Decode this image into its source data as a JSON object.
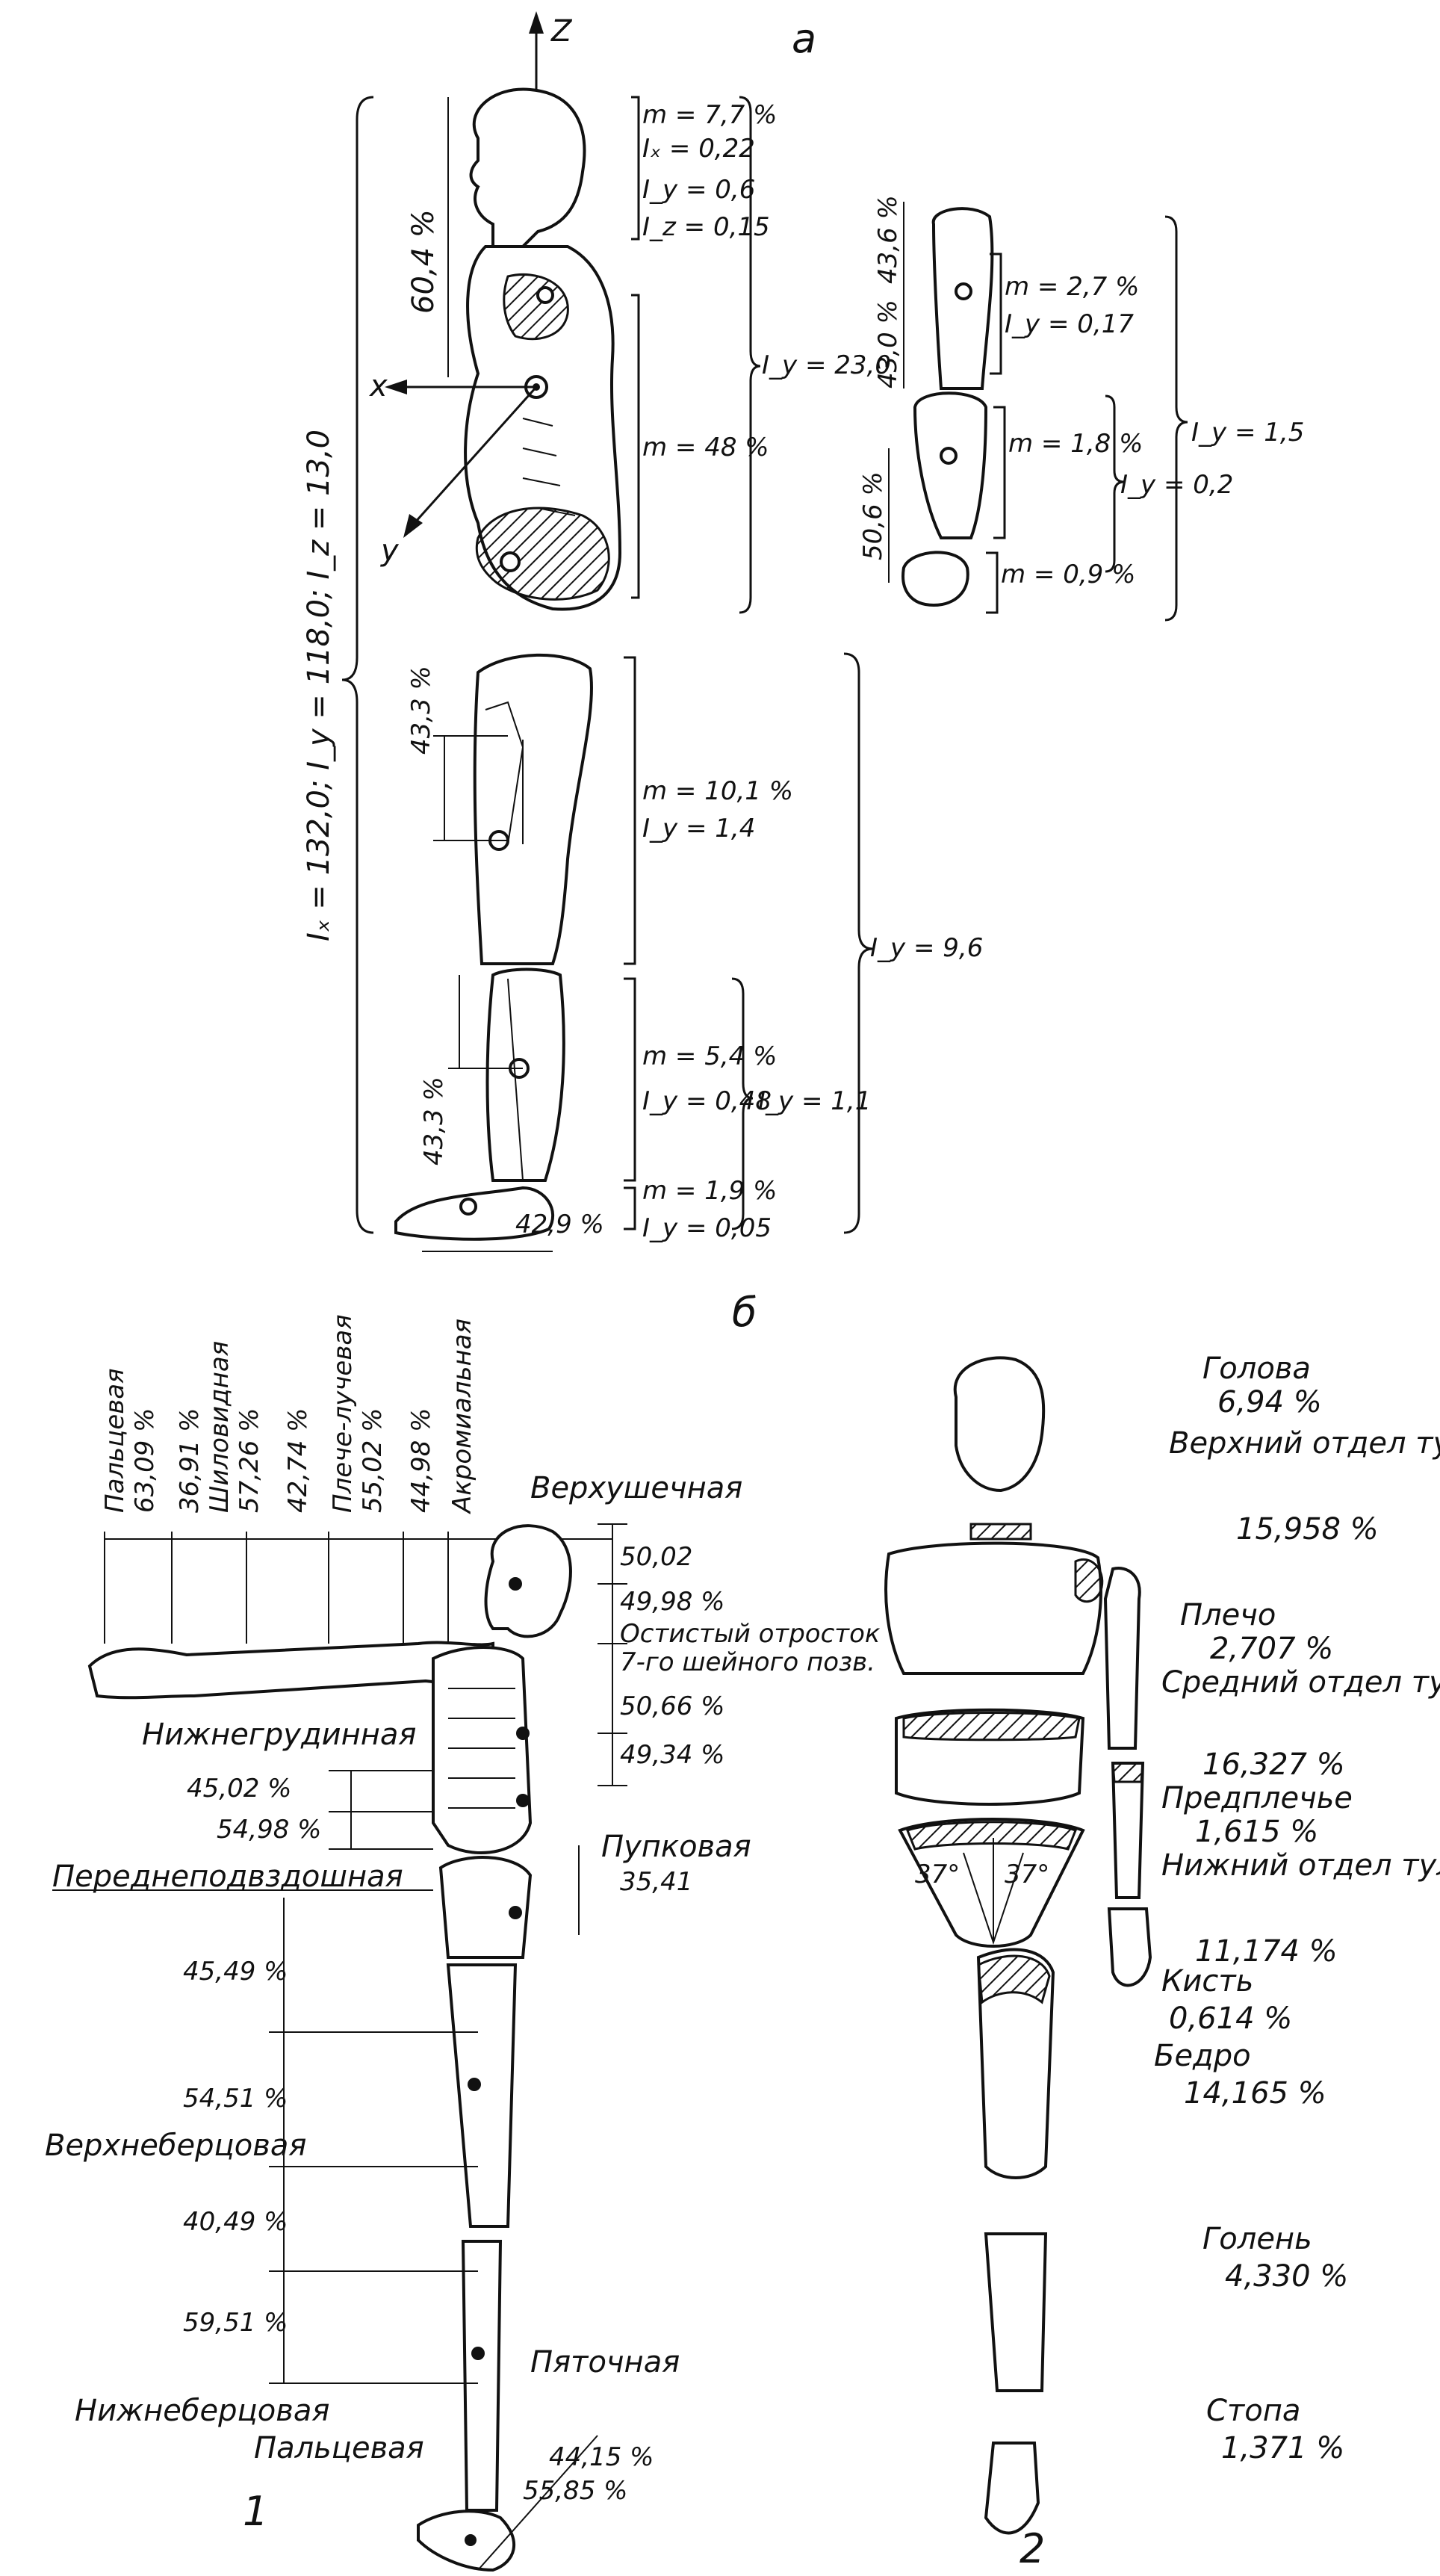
{
  "panel_a": {
    "label": "а",
    "axes": {
      "z": "Z",
      "x": "x",
      "y": "y"
    },
    "inertia_total": "I<sub>x</sub> = 132,0 ; I<sub>y</sub> = 118,0 ; I<sub>z</sub> = 13,0",
    "inertia_total_text": "Iₓ = 132,0; I_y = 118,0; I_z = 13,0",
    "head": {
      "pct": "60,4 %",
      "m": "m = 7,7 %",
      "ix": "Iₓ = 0,22",
      "iy": "I_y = 0,6",
      "iz": "I_z = 0,15"
    },
    "trunk": {
      "m": "m = 48 %",
      "iy": "I_y = 23,0"
    },
    "upper_arm": {
      "pct_top": "43,6 %",
      "pct": "43,0 %",
      "m": "m = 2,7 %",
      "iy": "I_y = 0,17"
    },
    "forearm": {
      "m": "m = 1,8 %",
      "iy": "I_y = 0,2"
    },
    "hand": {
      "pct": "50,6 %",
      "m": "m = 0,9 %"
    },
    "arm_total": {
      "iy": "I_y = 1,5"
    },
    "thigh": {
      "pct": "43,3 %",
      "m": "m = 10,1 %",
      "iy": "I_y = 1,4"
    },
    "leg_total": {
      "iy": "I_y = 9,6"
    },
    "shank": {
      "pct": "43,3 %",
      "m": "m = 5,4 %",
      "iy": "I_y = 0,48"
    },
    "shank_foot": {
      "iy": "I_y = 1,1"
    },
    "foot": {
      "pct": "42,9 %",
      "m": "m = 1,9 %",
      "iy": "I_y = 0,05"
    }
  },
  "panel_b": {
    "label": "б"
  },
  "fig1": {
    "caption": "1",
    "arm_labels": [
      "Пальцевая",
      "Шиловидная",
      "Плече-лучевая",
      "Акромиальная"
    ],
    "arm_pcts": [
      "63,09 %",
      "36,91 %",
      "57,26 %",
      "42,74 %",
      "55,02 %",
      "44,98 %"
    ],
    "verkhushechnaya": "Верхушечная",
    "head_top": "50,02",
    "head_bot": "49,98 %",
    "ostisty": "Остистый отросток",
    "ostisty2": "7-го шейного позв.",
    "trunk1": "50,66 %",
    "trunk2": "49,34 %",
    "nizhnegrudinnaya": "Нижнегрудинная",
    "tr3": "45,02 %",
    "tr4": "54,98 %",
    "pupkovaya": "Пупковая",
    "pupk_val": "35,41",
    "perednepodvzdoshnaya": "Переднеподвздошная",
    "thigh1": "45,49 %",
    "thigh2": "54,51 %",
    "verkhneberts": "Верхнеберцовая",
    "shank1": "40,49 %",
    "shank2": "59,51 %",
    "nizhneberts": "Нижнеберцовая",
    "pyatochnaya": "Пяточная",
    "paltsevaya_foot": "Пальцевая",
    "foot1": "44,15 %",
    "foot2": "55,85 %"
  },
  "fig2": {
    "caption": "2",
    "angle": "37°",
    "segments": [
      {
        "name": "Голова",
        "val": "6,94 %"
      },
      {
        "name": "Верхний отдел туловища",
        "val": "15,958 %"
      },
      {
        "name": "Плечо",
        "val": "2,707 %"
      },
      {
        "name": "Средний отдел туловища",
        "val": "16,327 %"
      },
      {
        "name": "Предплечье",
        "val": "1,615 %"
      },
      {
        "name": "Нижний отдел туловища",
        "val": "11,174 %"
      },
      {
        "name": "Кисть",
        "val": "0,614 %"
      },
      {
        "name": "Бедро",
        "val": "14,165 %"
      },
      {
        "name": "Голень",
        "val": "4,330 %"
      },
      {
        "name": "Стопа",
        "val": "1,371 %"
      }
    ]
  }
}
